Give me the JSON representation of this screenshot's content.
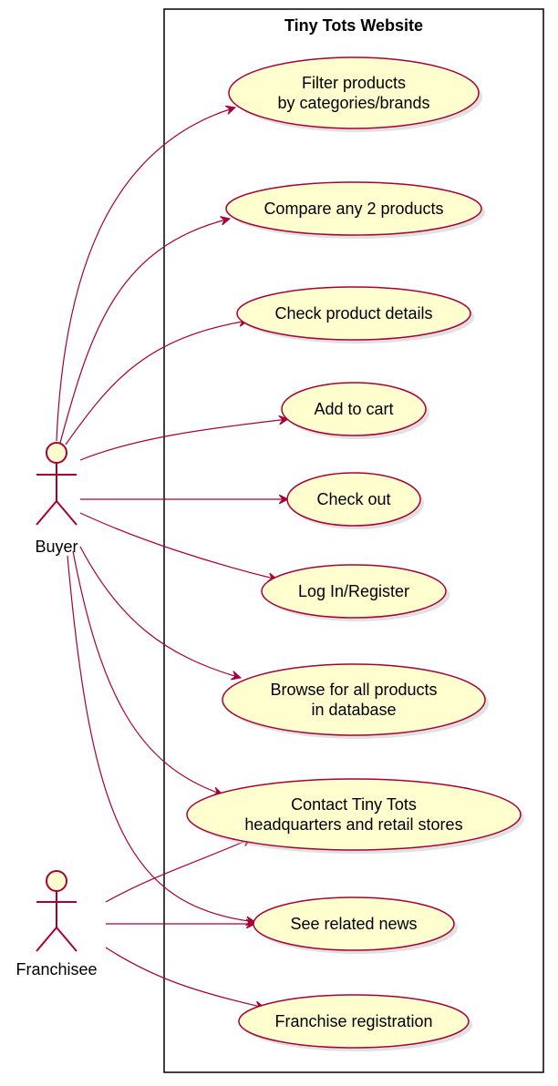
{
  "system": {
    "title": "Tiny Tots Website"
  },
  "colors": {
    "ellipse_fill": "#fefece",
    "line": "#a80036",
    "border": "#000000"
  },
  "actors": [
    {
      "id": "buyer",
      "label": "Buyer"
    },
    {
      "id": "franchisee",
      "label": "Franchisee"
    }
  ],
  "use_cases": [
    {
      "id": "filter",
      "lines": [
        "Filter products",
        "by categories/brands"
      ]
    },
    {
      "id": "compare",
      "lines": [
        "Compare any 2 products"
      ]
    },
    {
      "id": "details",
      "lines": [
        "Check product details"
      ]
    },
    {
      "id": "cart",
      "lines": [
        "Add to cart"
      ]
    },
    {
      "id": "checkout",
      "lines": [
        "Check out"
      ]
    },
    {
      "id": "login",
      "lines": [
        "Log In/Register"
      ]
    },
    {
      "id": "browse",
      "lines": [
        "Browse for all products",
        "in database"
      ]
    },
    {
      "id": "contact",
      "lines": [
        "Contact Tiny Tots",
        "headquarters and retail stores"
      ]
    },
    {
      "id": "news",
      "lines": [
        "See related news"
      ]
    },
    {
      "id": "franchise",
      "lines": [
        "Franchise registration"
      ]
    }
  ],
  "associations": [
    {
      "from": "buyer",
      "to": "filter"
    },
    {
      "from": "buyer",
      "to": "compare"
    },
    {
      "from": "buyer",
      "to": "details"
    },
    {
      "from": "buyer",
      "to": "cart"
    },
    {
      "from": "buyer",
      "to": "checkout"
    },
    {
      "from": "buyer",
      "to": "login"
    },
    {
      "from": "buyer",
      "to": "browse"
    },
    {
      "from": "buyer",
      "to": "contact"
    },
    {
      "from": "buyer",
      "to": "news"
    },
    {
      "from": "franchisee",
      "to": "contact"
    },
    {
      "from": "franchisee",
      "to": "news"
    },
    {
      "from": "franchisee",
      "to": "franchise"
    }
  ]
}
